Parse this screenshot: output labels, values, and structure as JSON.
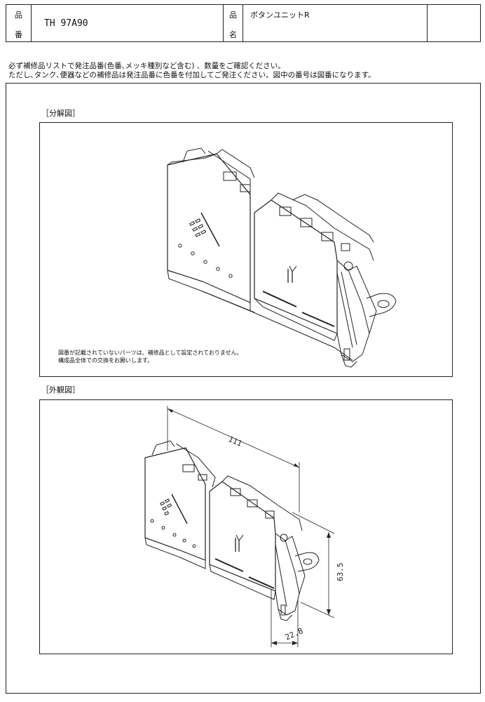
{
  "header": {
    "part_no_label_top": "品",
    "part_no_label_bottom": "番",
    "part_no": "TH 97A90",
    "name_label_top": "品",
    "name_label_bottom": "名",
    "name": "ボタンユニットR"
  },
  "notes": {
    "line1": "必ず補修品リストで発注品番(色番､メッキ種別など含む) 、数量をご確認ください。",
    "line2": "ただし､タンク､便器などの補修品は発注品番に色番を付加してご発注ください。図中の番号は図番になります。"
  },
  "exploded": {
    "title": "［分解図］",
    "note_line1": "図番が記載されていないパーツは、補修品として設定されておりません。",
    "note_line2": "構成品全体での交換をお願いします。"
  },
  "external": {
    "title": "［外観図］",
    "dim_length": "111",
    "dim_height": "63.5",
    "dim_depth": "22.8"
  }
}
